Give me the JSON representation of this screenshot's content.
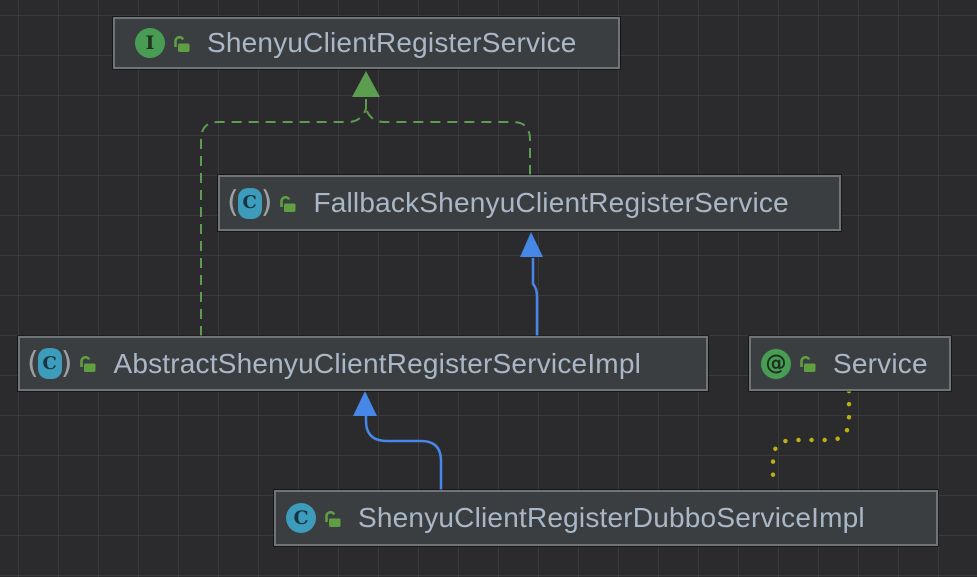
{
  "theme": {
    "bg": "#2b2b2d",
    "grid_line": "#3a3a3c",
    "node_fill": "#3b3e40",
    "node_border": "#6f7478",
    "node_text": "#a9b7c6",
    "icon_green": "#499c54",
    "icon_teal": "#3d9bbc",
    "icon_lock": "#5f9e41",
    "paren_gray": "#9aa0a4",
    "dark_on_green": "#1d331f",
    "dark_on_teal": "#16353f",
    "edge_green": "#5c9e50",
    "edge_blue": "#4687e7",
    "edge_yellow": "#bcb014"
  },
  "icons": {
    "interface_letter": "I",
    "class_letter": "C",
    "annotation_symbol": "@",
    "paren_open": "(",
    "paren_close": ")"
  },
  "diagram": {
    "nodes": [
      {
        "label": "ShenyuClientRegisterService",
        "kind": "interface"
      },
      {
        "label": "FallbackShenyuClientRegisterService",
        "kind": "abstract-class"
      },
      {
        "label": "AbstractShenyuClientRegisterServiceImpl",
        "kind": "abstract-class"
      },
      {
        "label": "Service",
        "kind": "annotation"
      },
      {
        "label": "ShenyuClientRegisterDubboServiceImpl",
        "kind": "class"
      }
    ],
    "edges": [
      {
        "from": "AbstractShenyuClientRegisterServiceImpl",
        "to": "ShenyuClientRegisterService",
        "type": "implements",
        "style": "green-dashed"
      },
      {
        "from": "FallbackShenyuClientRegisterService",
        "to": "ShenyuClientRegisterService",
        "type": "implements",
        "style": "green-dashed"
      },
      {
        "from": "AbstractShenyuClientRegisterServiceImpl",
        "to": "FallbackShenyuClientRegisterService",
        "type": "extends",
        "style": "blue-solid"
      },
      {
        "from": "ShenyuClientRegisterDubboServiceImpl",
        "to": "AbstractShenyuClientRegisterServiceImpl",
        "type": "extends",
        "style": "blue-solid"
      },
      {
        "from": "ShenyuClientRegisterDubboServiceImpl",
        "to": "Service",
        "type": "annotation-dependency",
        "style": "yellow-dotted"
      }
    ]
  }
}
